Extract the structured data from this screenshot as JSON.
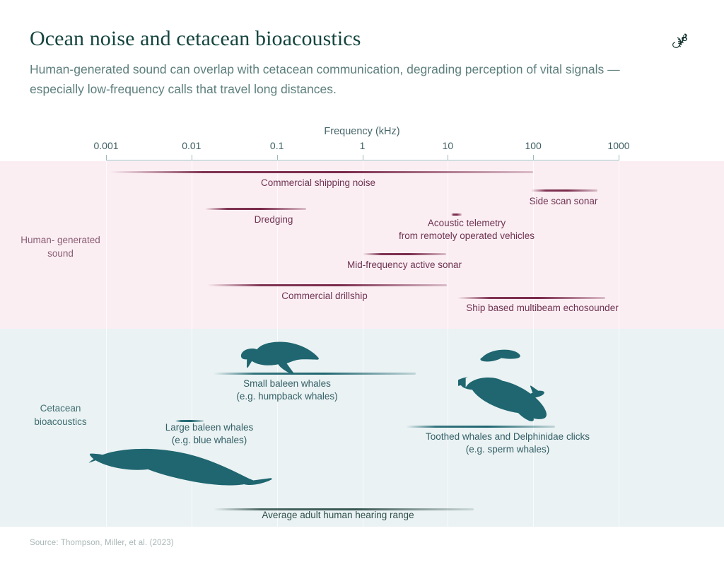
{
  "header": {
    "title": "Ocean noise and cetacean bioacoustics",
    "subtitle": "Human-generated sound can overlap with cetacean communication, degrading perception of vital signals — especially low-frequency calls that travel long distances.",
    "logo_icon": "lizard-logo-icon"
  },
  "source": "Source: Thompson, Miller,  et al. (2023)",
  "bands": {
    "human_label": "Human-\ngenerated\nsound",
    "cetacean_label": "Cetacean\nbioacoustics",
    "human_bg": "#fbeef3",
    "cetacean_bg": "#eaf2f3"
  },
  "colors": {
    "human_bar": "#7a2a4a",
    "cetacean_bar": "#1f6670",
    "silhouette": "#1f6670",
    "title": "#15453f",
    "subtitle": "#5d7f7c"
  },
  "chart_data": {
    "type": "range-bar",
    "title": "Ocean noise and cetacean bioacoustics",
    "xlabel": "Frequency (kHz)",
    "ylabel": "",
    "xscale": "log",
    "xlim": [
      0.001,
      1000
    ],
    "xticks": [
      0.001,
      0.01,
      0.1,
      1,
      10,
      100,
      1000
    ],
    "xticklabels": [
      "0.001",
      "0.01",
      "0.1",
      "1",
      "10",
      "100",
      "1000"
    ],
    "grid": true,
    "legend": "none",
    "groups": [
      {
        "name": "Human-generated sound",
        "color": "#7a2a4a",
        "items": [
          {
            "label": "Commercial shipping noise",
            "x_start": 0.0011,
            "x_end": 100.0,
            "row": 0
          },
          {
            "label": "Side scan sonar",
            "x_start": 95.0,
            "x_end": 560.0,
            "row": 1
          },
          {
            "label": "Dredging",
            "x_start": 0.0145,
            "x_end": 0.22,
            "row": 2
          },
          {
            "label": "Acoustic telemetry\nfrom remotely operated vehicles",
            "x_start": 11.0,
            "x_end": 14.5,
            "row": 3
          },
          {
            "label": "Mid-frequency active sonar",
            "x_start": 1.0,
            "x_end": 9.5,
            "row": 4
          },
          {
            "label": "Commercial drillship",
            "x_start": 0.0152,
            "x_end": 9.8,
            "row": 5
          },
          {
            "label": "Ship based multibeam echosounder",
            "x_start": 13.0,
            "x_end": 700.0,
            "row": 6
          }
        ]
      },
      {
        "name": "Cetacean bioacoustics",
        "color": "#1f6670",
        "items": [
          {
            "label": "Small baleen whales\n(e.g. humpback whales)",
            "x_start": 0.018,
            "x_end": 4.2,
            "row": 0
          },
          {
            "label": "Large baleen whales\n(e.g. blue whales)",
            "x_start": 0.0065,
            "x_end": 0.014,
            "row": 1
          },
          {
            "label": "Toothed whales and Delphinidae clicks\n(e.g. sperm whales)",
            "x_start": 3.2,
            "x_end": 180.0,
            "row": 2
          }
        ]
      },
      {
        "name": "Human hearing",
        "color": "#2e4d48",
        "items": [
          {
            "label": "Average adult human hearing range",
            "x_start": 0.018,
            "x_end": 20.0,
            "row": 0
          }
        ]
      }
    ],
    "silhouettes": [
      {
        "name": "humpback-whale",
        "group": "Cetacean bioacoustics"
      },
      {
        "name": "blue-whale",
        "group": "Cetacean bioacoustics"
      },
      {
        "name": "pilot-whale",
        "group": "Cetacean bioacoustics"
      },
      {
        "name": "dolphin",
        "group": "Cetacean bioacoustics"
      },
      {
        "name": "sperm-whale",
        "group": "Cetacean bioacoustics"
      }
    ]
  },
  "axis": {
    "title": "Frequency (kHz)",
    "ticks": [
      "0.001",
      "0.01",
      "0.1",
      "1",
      "10",
      "100",
      "1000"
    ]
  },
  "bars": {
    "shipping": "Commercial shipping noise",
    "sidescan": "Side scan sonar",
    "dredging": "Dredging",
    "telemetry": "Acoustic telemetry\nfrom remotely operated vehicles",
    "midfreq": "Mid-frequency active sonar",
    "drillship": "Commercial drillship",
    "echosounder": "Ship based multibeam echosounder",
    "small_baleen": "Small baleen whales\n(e.g. humpback whales)",
    "large_baleen": "Large baleen whales\n(e.g. blue whales)",
    "toothed": "Toothed whales and Delphinidae clicks\n(e.g. sperm whales)",
    "hearing": "Average adult human hearing range"
  }
}
